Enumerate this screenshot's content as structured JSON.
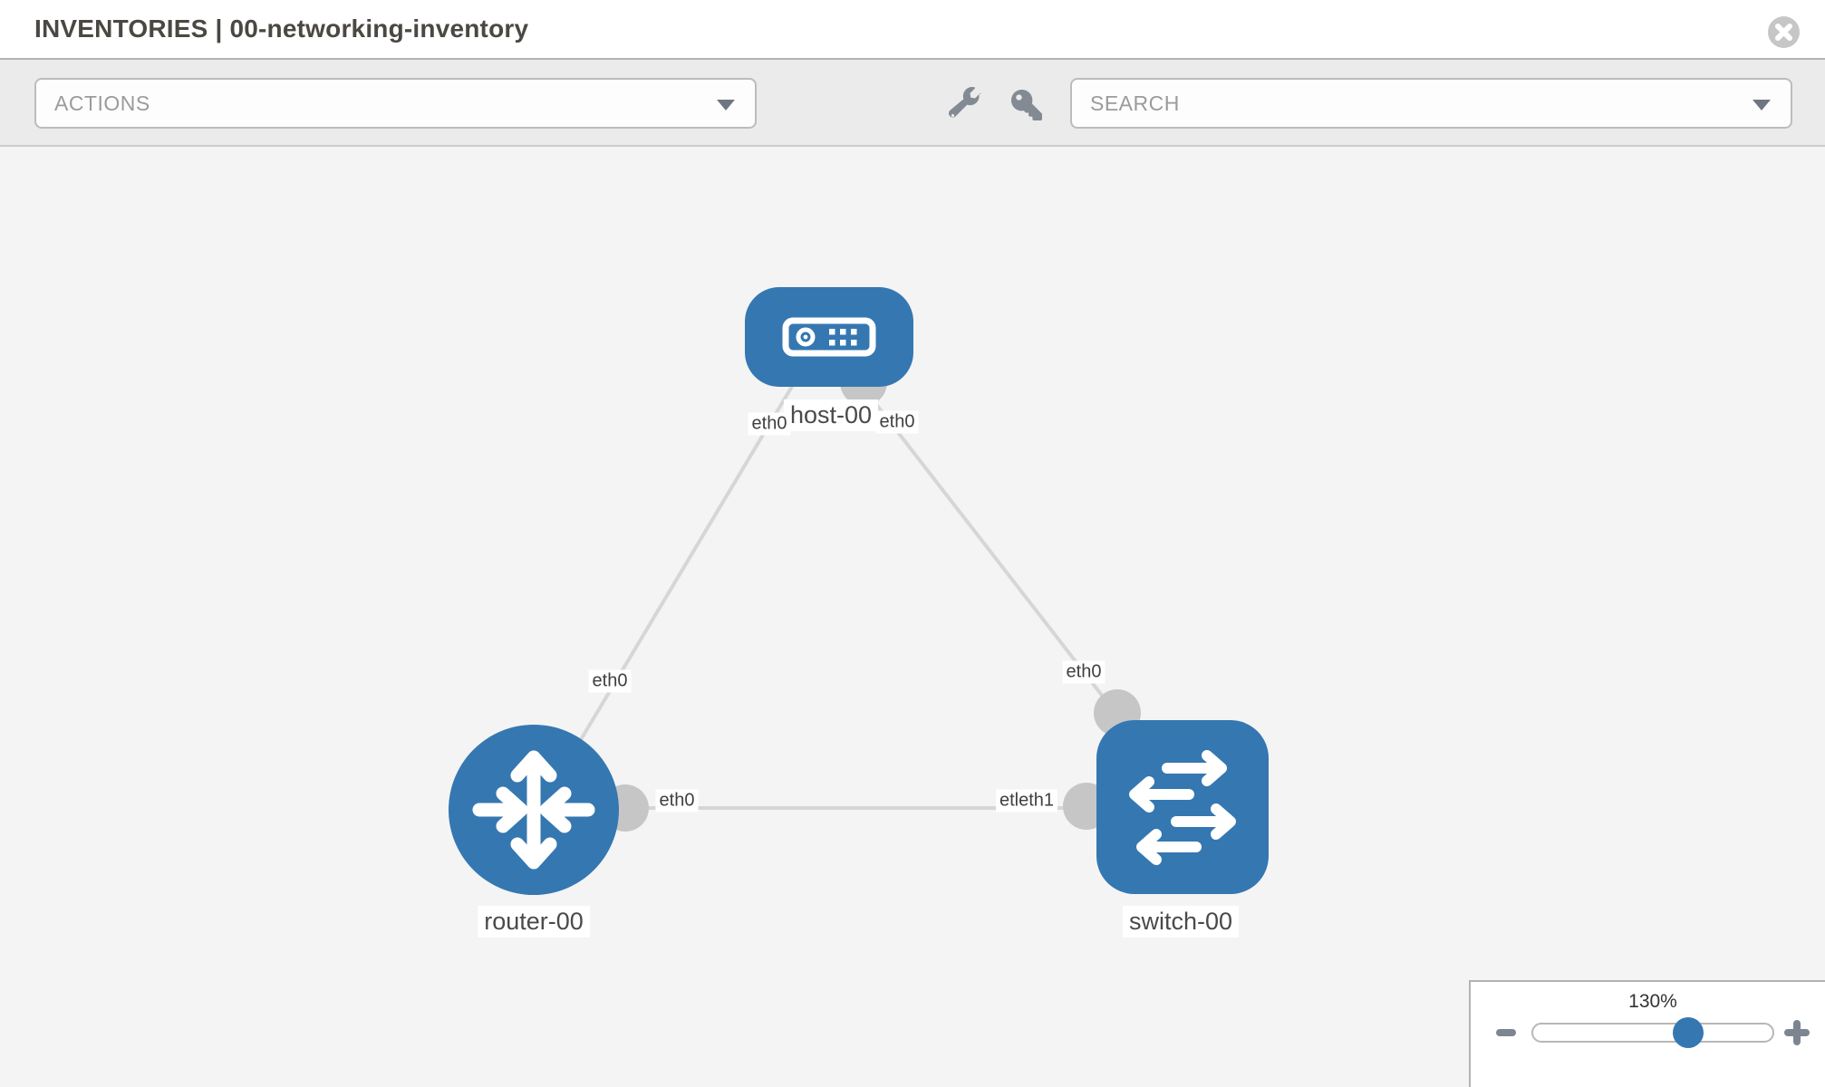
{
  "header": {
    "title": "INVENTORIES | 00-networking-inventory"
  },
  "toolbar": {
    "actions_placeholder": "ACTIONS",
    "search_placeholder": "SEARCH",
    "tools": [
      {
        "name": "wrench-icon"
      },
      {
        "name": "key-icon"
      }
    ]
  },
  "canvas": {
    "nodes": [
      {
        "id": "host-00",
        "type": "host",
        "label": "host-00"
      },
      {
        "id": "router-00",
        "type": "router",
        "label": "router-00"
      },
      {
        "id": "switch-00",
        "type": "switch",
        "label": "switch-00"
      }
    ],
    "links": [
      {
        "source": "host-00",
        "target": "router-00",
        "source_interface": "eth0",
        "target_interface": "eth0"
      },
      {
        "source": "host-00",
        "target": "switch-00",
        "source_interface": "eth0",
        "target_interface": "eth0"
      },
      {
        "source": "router-00",
        "target": "switch-00",
        "source_interface": "eth0",
        "target_interface": "etleth1"
      }
    ]
  },
  "zoom_panel": {
    "level": "130%",
    "minus_icon": "minus-icon",
    "plus_icon": "plus-icon"
  },
  "colors": {
    "node_blue": "#3577b1",
    "link_gray": "#d6d6d6",
    "connector_gray": "#c6c6c6",
    "canvas_bg": "#f4f4f4",
    "toolbar_bg": "#ebebeb",
    "placeholder_text": "#9b9b9b",
    "icon_gray": "#838a94"
  }
}
